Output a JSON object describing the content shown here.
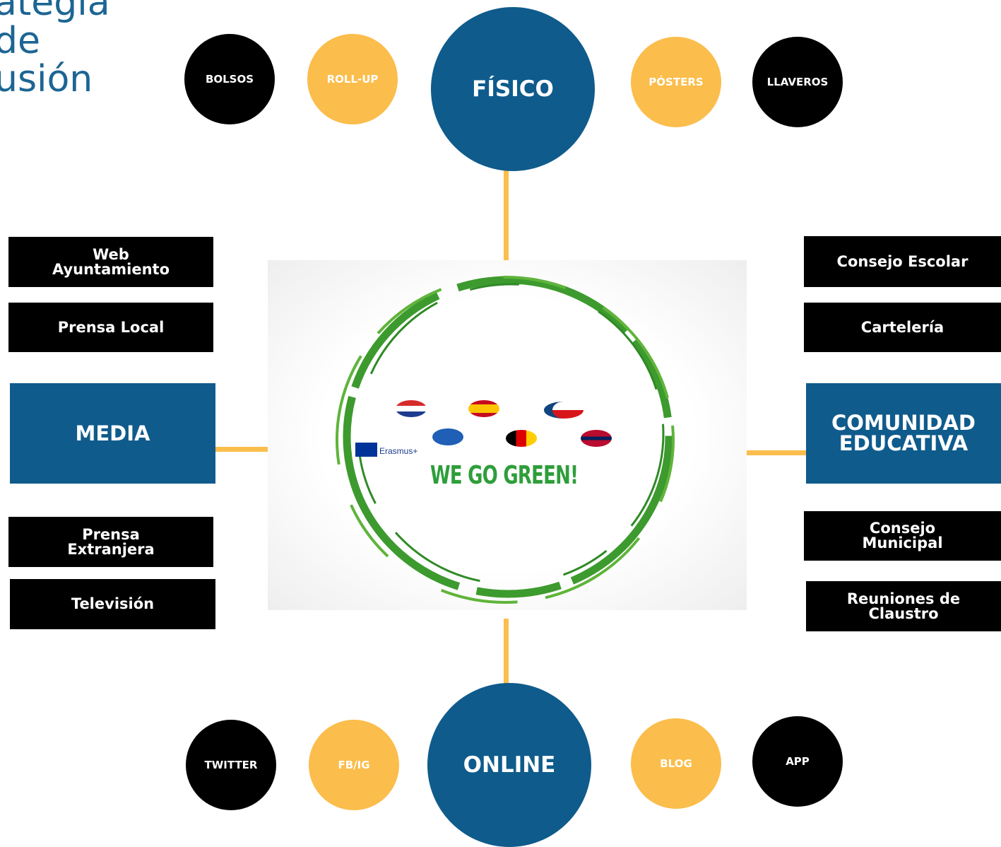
{
  "title": {
    "line1": "ategia",
    "line2": "de",
    "line3": "usión"
  },
  "top": {
    "hub": "FÍSICO",
    "items": [
      "BOLSOS",
      "ROLL-UP",
      "PÓSTERS",
      "LLAVEROS"
    ]
  },
  "bottom": {
    "hub": "ONLINE",
    "items": [
      "TWITTER",
      "FB/IG",
      "BLOG",
      "APP"
    ]
  },
  "left": {
    "hub": "MEDIA",
    "items": [
      "Web\nAyuntamiento",
      "Prensa Local",
      "Prensa\nExtranjera",
      "Televisión"
    ]
  },
  "right": {
    "hub": "COMUNIDAD\nEDUCATIVA",
    "items": [
      "Consejo Escolar",
      "Cartelería",
      "Consejo\nMunicipal",
      "Reuniones de\nClaustro"
    ]
  },
  "center": {
    "logo_text": "WE GO GREEN!",
    "erasmus": "Erasmus+"
  },
  "colors": {
    "blue": "#0f5b8c",
    "yellow": "#fbbd4b",
    "black": "#000000",
    "green": "#2e9e3a"
  }
}
